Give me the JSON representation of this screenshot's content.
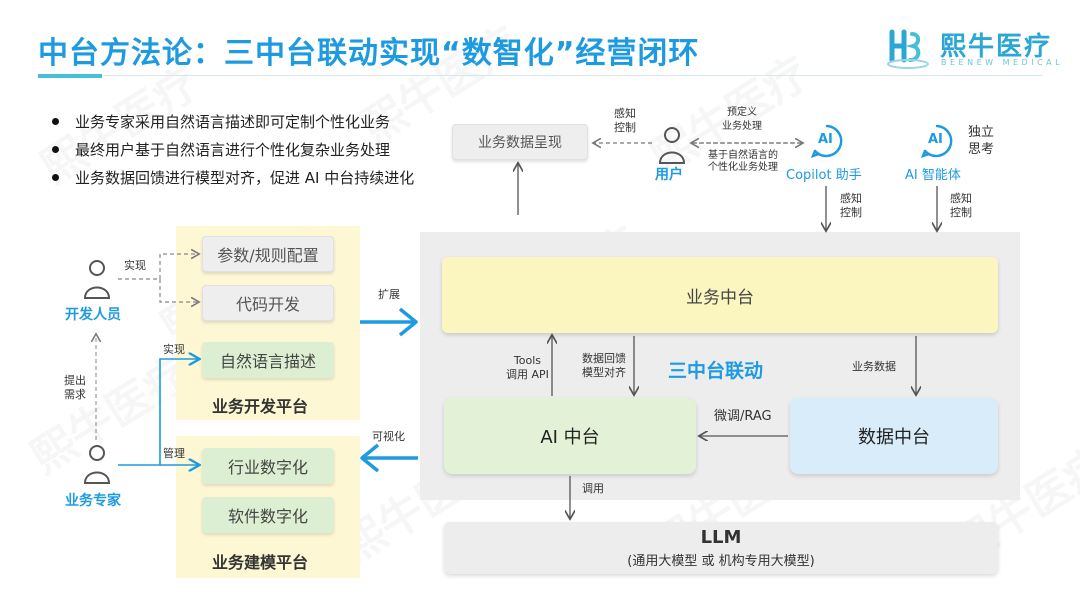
{
  "title": "中台方法论：三中台联动实现“数智化”经营闭环",
  "logo": {
    "text": "熙牛医疗",
    "subtext": "BEENEW MEDICAL"
  },
  "bullets": [
    "业务专家采用自然语言描述即可定制个性化业务",
    "最终用户基于自然语言进行个性化复杂业务处理",
    "业务数据回馈进行模型对齐，促进 AI 中台持续进化"
  ],
  "roles": {
    "developer": "开发人员",
    "expert": "业务专家",
    "user": "用户"
  },
  "left_labels": {
    "implement": "实现",
    "implement2": "实现",
    "manage": "管理",
    "raise_need": "提出\n需求"
  },
  "dev_platform": {
    "items": [
      "参数/规则配置",
      "代码开发",
      "自然语言描述"
    ],
    "label": "业务开发平台"
  },
  "model_platform": {
    "items": [
      "行业数字化",
      "软件数字化"
    ],
    "label": "业务建模平台"
  },
  "arrow_labels": {
    "expand": "扩展",
    "visualize": "可视化"
  },
  "top": {
    "data_present": "业务数据呈现",
    "perceive_control_user": "感知\n控制",
    "predefined": "预定义\n业务处理",
    "nl_process": "基于自然语言的\n个性化业务处理",
    "copilot": "Copilot 助手",
    "agent": "AI 智能体",
    "independent": "独立\n思考",
    "perceive_control_copilot": "感知\n控制",
    "perceive_control_agent": "感知\n控制",
    "ai_icon": "AI"
  },
  "center": {
    "business_platform": "业务中台",
    "ai_platform": "AI 中台",
    "data_platform": "数据中台",
    "linkage": "三中台联动",
    "tools": "Tools\n调用 API",
    "feedback": "数据回馈\n模型对齐",
    "biz_data": "业务数据",
    "finetune": "微调/RAG",
    "invoke": "调用"
  },
  "llm": {
    "title": "LLM",
    "subtitle": "(通用大模型 或 机构专用大模型)"
  },
  "watermark": "熙牛医疗",
  "colors": {
    "accent": "#1e9be0",
    "yellow": "#fbf5c0",
    "green": "#e3f1d7",
    "blue": "#d8ecf9",
    "gray": "#ededed"
  }
}
